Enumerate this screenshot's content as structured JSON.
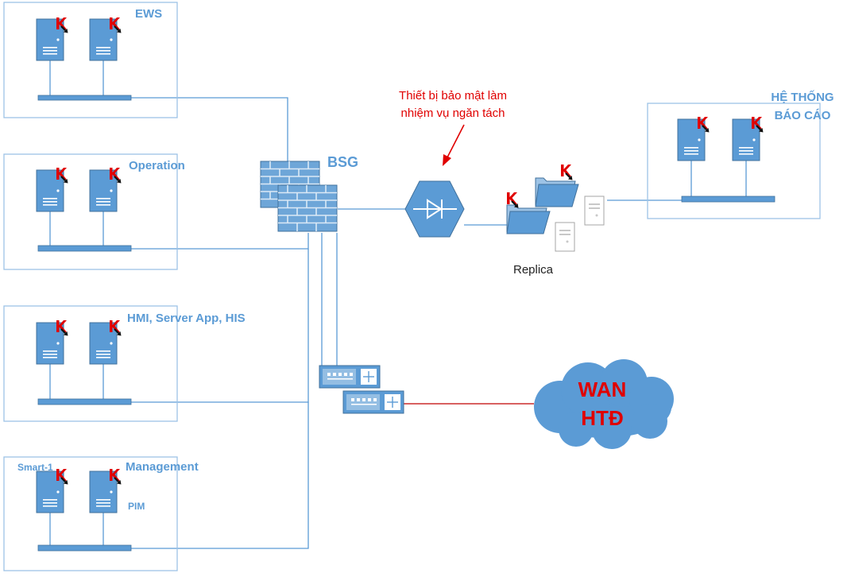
{
  "zones": [
    {
      "title": "EWS"
    },
    {
      "title": "Operation"
    },
    {
      "title": "HMI, Server App, HIS"
    },
    {
      "title": "Management",
      "sub_left": "Smart-1",
      "sub_right": "PIM"
    }
  ],
  "report_zone": {
    "title_line1": "HỆ THỐNG",
    "title_line2": "BÁO CÁO"
  },
  "bsg": {
    "label": "BSG"
  },
  "diode_note": {
    "line1": "Thiết bị bảo mật làm",
    "line2": "nhiệm vụ ngăn tách"
  },
  "replica": {
    "label": "Replica"
  },
  "wan": {
    "line1": "WAN",
    "line2": "HTĐ"
  },
  "colors": {
    "accent": "#5b9bd5",
    "server_body": "#5b9bd5",
    "zone_border": "#9dc3e6",
    "note_red": "#e00000",
    "wan_link": "#c00000",
    "cloud": "#5b9bd5"
  },
  "icons": [
    "server-icon",
    "kaspersky-badge-icon",
    "firewall-icon",
    "data-diode-icon",
    "folder-icon",
    "document-icon",
    "network-switch-icon",
    "cloud-icon",
    "red-arrow-icon"
  ]
}
